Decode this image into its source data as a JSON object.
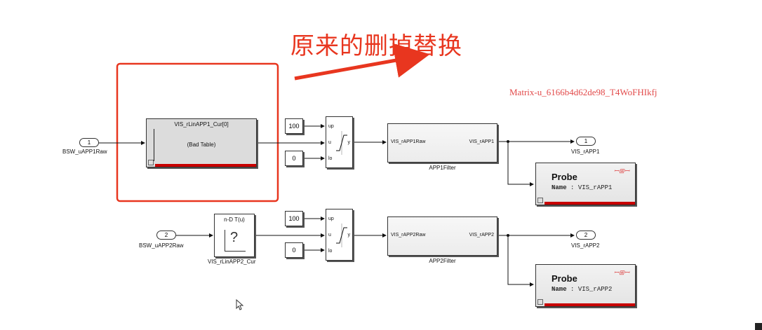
{
  "annotation": {
    "text": "原来的删掉替换"
  },
  "watermark": "Matrix-u_6166b4d62de98_T4WoFHIkfj",
  "inports": [
    {
      "number": "1",
      "label": "BSW_uAPP1Raw"
    },
    {
      "number": "2",
      "label": "BSW_uAPP2Raw"
    }
  ],
  "lookup1": {
    "title": "VIS_rLinAPP1_Cur[0]",
    "status": "(Bad Table)"
  },
  "lookup2": {
    "title": "n-D T(u)",
    "icon": "?",
    "label": "VIS_rLinAPP2_Cur"
  },
  "constants": {
    "upper": "100",
    "lower": "0"
  },
  "saturation": {
    "port_up": "up",
    "port_u": "u",
    "port_lo": "lo",
    "port_y": "y"
  },
  "filters": [
    {
      "in": "VIS_rAPP1Raw",
      "out": "VIS_rAPP1",
      "label": "APP1Filter"
    },
    {
      "in": "VIS_rAPP2Raw",
      "out": "VIS_rAPP2",
      "label": "APP2Filter"
    }
  ],
  "outports": [
    {
      "number": "1",
      "label": "VIS_rAPP1"
    },
    {
      "number": "2",
      "label": "VIS_rAPP2"
    }
  ],
  "probes": [
    {
      "title": "Probe",
      "name_key": "Name",
      "name_sep": ":",
      "name_value": "VIS_rAPP1"
    },
    {
      "title": "Probe",
      "name_key": "Name",
      "name_sep": ":",
      "name_value": "VIS_rAPP2"
    }
  ],
  "colors": {
    "annotation": "#e8361f",
    "highlight_box": "#e8361f",
    "bad_bar": "#c80000"
  }
}
